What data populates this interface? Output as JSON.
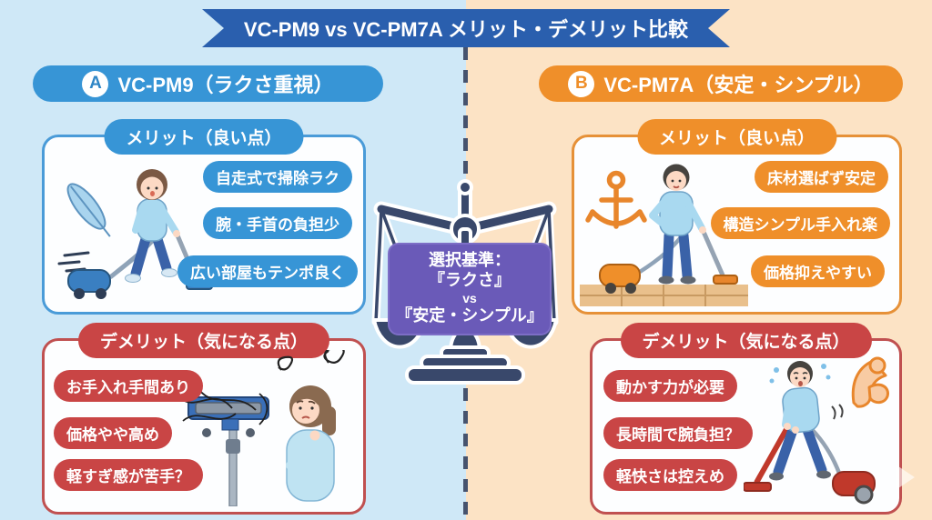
{
  "banner": {
    "title": "VC-PM9 vs VC-PM7A メリット・デメリット比較"
  },
  "sections": {
    "a": {
      "badge": "A",
      "title": "VC-PM9（ラクさ重視）",
      "merit": {
        "heading": "メリット（良い点）",
        "items": [
          "自走式で掃除ラク",
          "腕・手首の負担少",
          "広い部屋もテンポ良く"
        ]
      },
      "demerit": {
        "heading": "デメリット（気になる点）",
        "items": [
          "お手入れ手間あり",
          "価格やや高め",
          "軽すぎ感が苦手？"
        ]
      }
    },
    "b": {
      "badge": "B",
      "title": "VC-PM7A（安定・シンプル）",
      "merit": {
        "heading": "メリット（良い点）",
        "items": [
          "床材選ばず安定",
          "構造シンプル手入れ楽",
          "価格抑えやすい"
        ]
      },
      "demerit": {
        "heading": "デメリット（気になる点）",
        "items": [
          "動かす力が必要",
          "長時間で腕負担？",
          "軽快さは控えめ"
        ]
      }
    }
  },
  "center": {
    "criteria": {
      "line1": "選択基準：",
      "line2": "『ラクさ』",
      "line3": "vs",
      "line4": "『安定・シンプル』"
    }
  },
  "icons": {
    "balance-scale-icon": "balance scale (navy, white outline)",
    "feather-icon": "light-blue feather = lightness",
    "anchor-icon": "orange anchor = stability",
    "muscle-arm-icon": "flexed arm = strength needed",
    "tangled-brush-icon": "vacuum head tangled with hair",
    "scribble-icon": "confusion scribbles",
    "next-arrow-icon": "translucent right-pointing arrow"
  },
  "colors": {
    "bg_left": "#cfe8f7",
    "bg_right": "#fce3c5",
    "ribbon_blue": "#2a5fae",
    "accent_blue": "#3795d6",
    "accent_orange": "#ef8f2a",
    "accent_red": "#c94545",
    "criteria_purple": "#6a5ab8",
    "scale_navy": "#39486b"
  }
}
